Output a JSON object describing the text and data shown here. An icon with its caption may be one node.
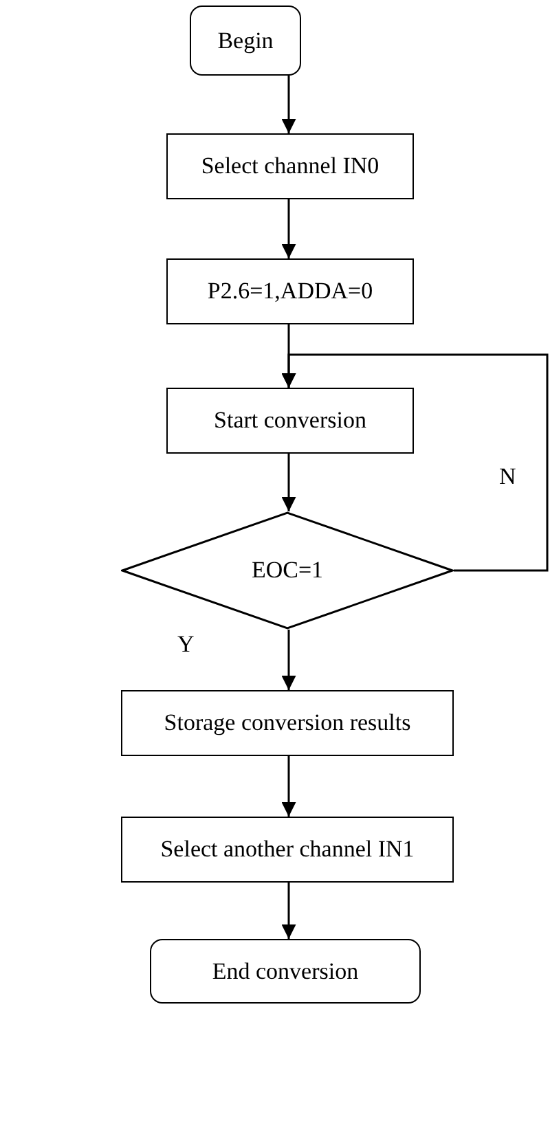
{
  "diagram": {
    "nodes": [
      {
        "text": [
          "Begin"
        ]
      },
      {
        "text": [
          "Select channel IN0"
        ]
      },
      {
        "text": [
          "P2.6=1,ADDA=0"
        ]
      },
      {
        "text": [
          "Start conversion"
        ]
      },
      {
        "text": [
          "EOC=1"
        ]
      },
      {
        "text": [
          "Storage conversion results"
        ]
      },
      {
        "text": [
          "Select another channel IN1"
        ]
      },
      {
        "text": [
          "End conversion"
        ]
      }
    ],
    "edges": [
      {
        "from": 0,
        "to": 1,
        "arrow": "to"
      },
      {
        "from": 1,
        "to": 2,
        "arrow": "to"
      },
      {
        "from": 2,
        "to": 3,
        "arrow": "to"
      },
      {
        "from": 3,
        "to": 4,
        "arrow": "to"
      },
      {
        "from": 4,
        "to": 3,
        "label": "N",
        "arrow": "to"
      },
      {
        "from": 4,
        "to": 5,
        "label": "Y",
        "arrow": "to"
      },
      {
        "from": 5,
        "to": 6,
        "arrow": "to"
      },
      {
        "from": 6,
        "to": 7,
        "arrow": "to"
      }
    ]
  }
}
